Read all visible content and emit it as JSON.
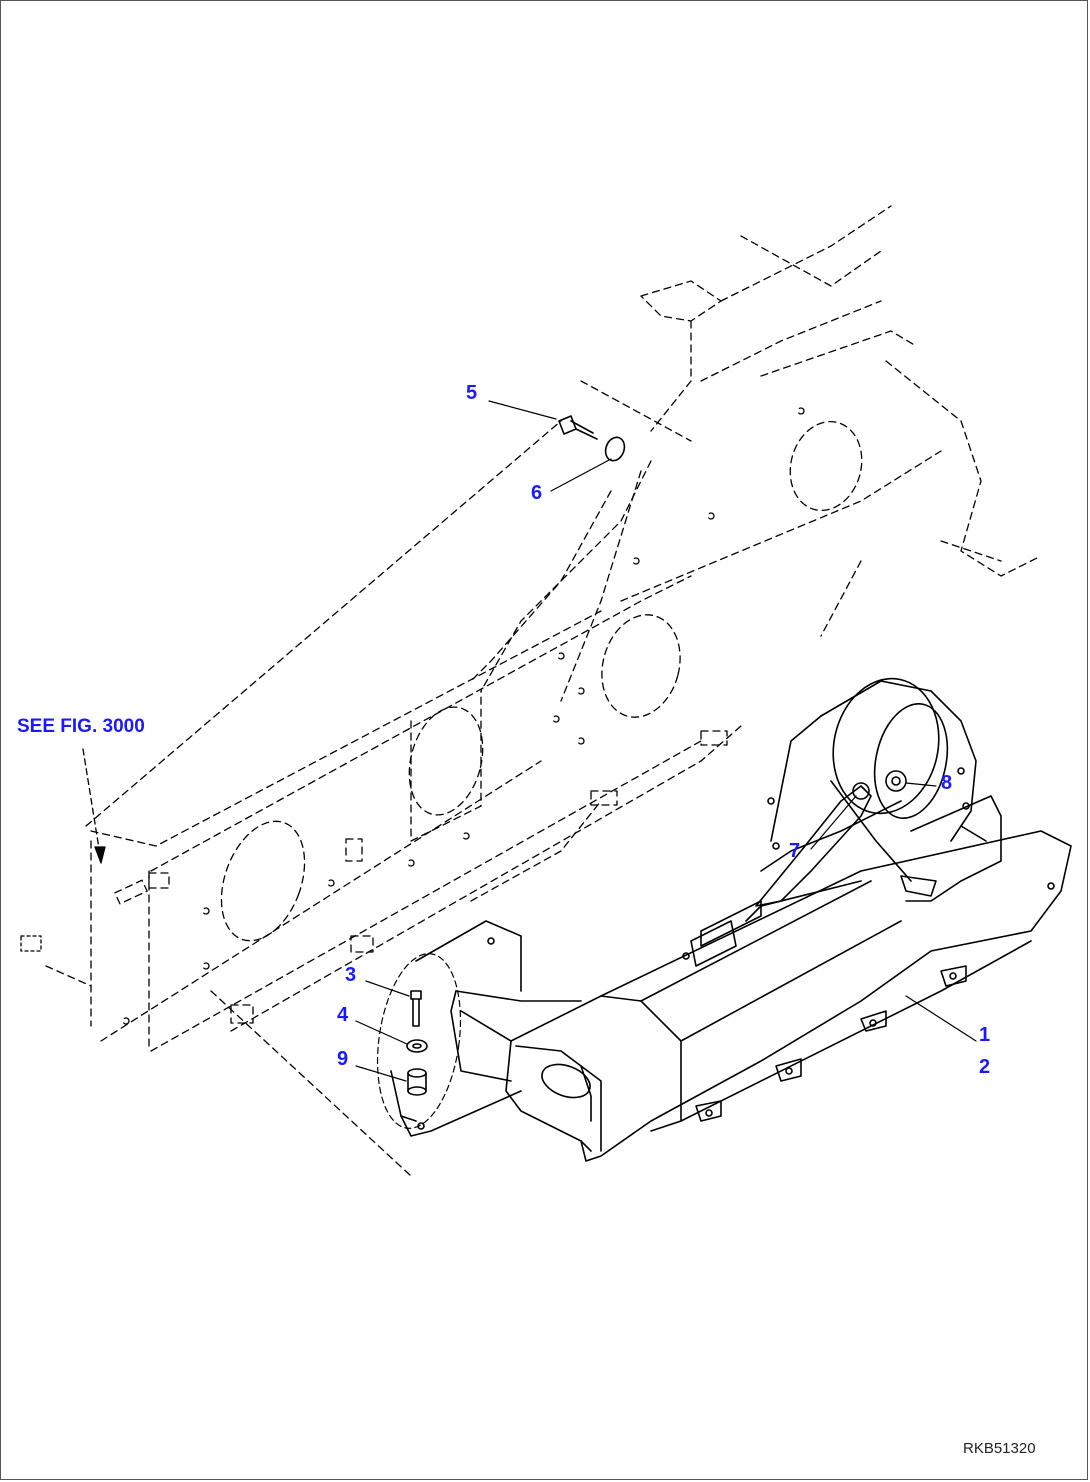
{
  "drawing": {
    "reference_label": "SEE FIG. 3000",
    "drawing_code": "RKB51320",
    "callout_color": "#1a1aff",
    "line_color": "#000000"
  },
  "callouts": [
    {
      "number": "1"
    },
    {
      "number": "2"
    },
    {
      "number": "3"
    },
    {
      "number": "4"
    },
    {
      "number": "5"
    },
    {
      "number": "6"
    },
    {
      "number": "7"
    },
    {
      "number": "8"
    },
    {
      "number": "9"
    }
  ]
}
